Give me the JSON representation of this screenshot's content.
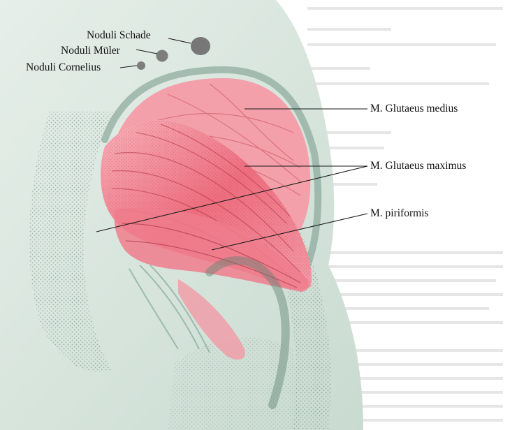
{
  "labels": {
    "noduli_schade": "Noduli Schade",
    "noduli_muler": "Noduli Müler",
    "noduli_cornelius": "Noduli Cornelius",
    "glutaeus_medius": "M. Glutaeus medius",
    "glutaeus_maximus": "M. Glutaeus maximus",
    "piriformis": "M. piriformis"
  },
  "colors": {
    "background": "#ffffff",
    "skin": "#dde8e1",
    "skin_shadow": "#8fb0a0",
    "muscle": "#f07080",
    "muscle_light": "#f4a2ad",
    "muscle_fiber": "#b8333f",
    "nodule": "#7a7a7a",
    "leader_line": "#1a1a1a",
    "label_text": "#111111"
  }
}
